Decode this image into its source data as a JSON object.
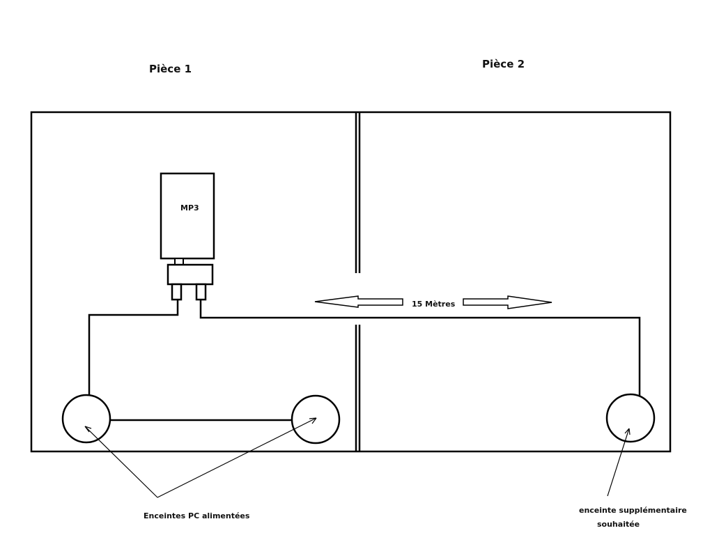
{
  "rooms": {
    "room1": "Pièce 1",
    "room2": "Pièce 2"
  },
  "device": {
    "label": "MP3"
  },
  "distance": {
    "label": "15 Mètres"
  },
  "annotations": {
    "powered_speakers": "Enceintes PC alimentées",
    "extra_speaker_line1": "enceinte supplémentaire",
    "extra_speaker_line2": "souhaitée"
  },
  "colors": {
    "line": "#000000",
    "background": "#ffffff"
  }
}
